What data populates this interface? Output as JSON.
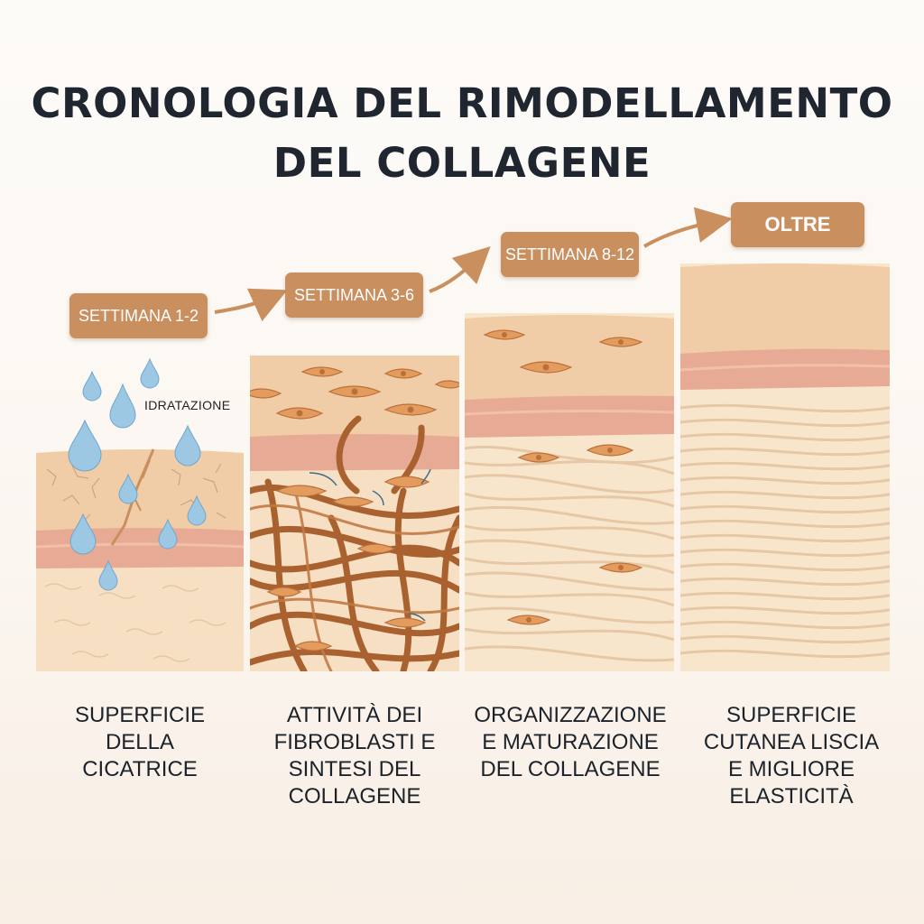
{
  "title": {
    "line1": "CRONOLOGIA DEL RIMODELLAMENTO",
    "line2": "DEL COLLAGENE"
  },
  "stages": [
    {
      "badge": "SETTIMANA 1-2",
      "caption_lines": [
        "SUPERFICIE",
        "DELLA",
        "CICATRICE"
      ]
    },
    {
      "badge": "SETTIMANA 3-6",
      "caption_lines": [
        "ATTIVITÀ DEI",
        "FIBROBLASTI E",
        "SINTESI DEL",
        "COLLAGENE"
      ]
    },
    {
      "badge": "SETTIMANA 8-12",
      "caption_lines": [
        "ORGANIZZAZIONE",
        "E MATURAZIONE",
        "DEL COLLAGENE"
      ]
    },
    {
      "badge": "OLTRE",
      "caption_lines": [
        "SUPERFICIE",
        "CUTANEA LISCIA",
        "E MIGLIORE",
        "ELASTICITÀ"
      ]
    }
  ],
  "annotations": {
    "hydration": "IDRATAZIONE"
  },
  "colors": {
    "badge": "#c98f5f",
    "arrow": "#c98f5f",
    "epidermis": "#f1cda7",
    "dermal_band": "#e7ab95",
    "deep_tissue": "#f6dfc2",
    "fiber": "#a9612f",
    "fiber_mature": "#e6c8a6",
    "fibroblast": "#e39c5e",
    "water_drop": "#9cc8e4"
  }
}
